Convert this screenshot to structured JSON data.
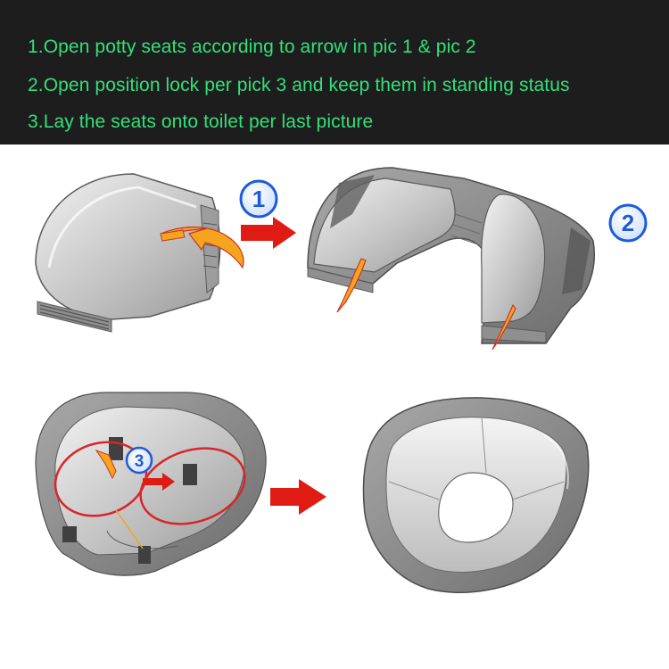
{
  "instructions": {
    "text_color": "#33e07a",
    "background": "#1d1d1d",
    "steps": [
      "1.Open potty seats according to arrow in pic 1 & pic 2",
      "2.Open position lock per pick 3 and keep them in standing status",
      "3.Lay the seats onto toilet per last picture"
    ]
  },
  "figures": {
    "badge_1": "1",
    "badge_2": "2",
    "badge_3": "3",
    "badge_color": "#1e5bd8",
    "arrow_color": "#e01b14",
    "callout_ring_color": "#d8262a",
    "motion_arrow_color": "#f6a31e",
    "seat_gray": "#8e8e8e",
    "seat_light": "#d9d9d9"
  }
}
